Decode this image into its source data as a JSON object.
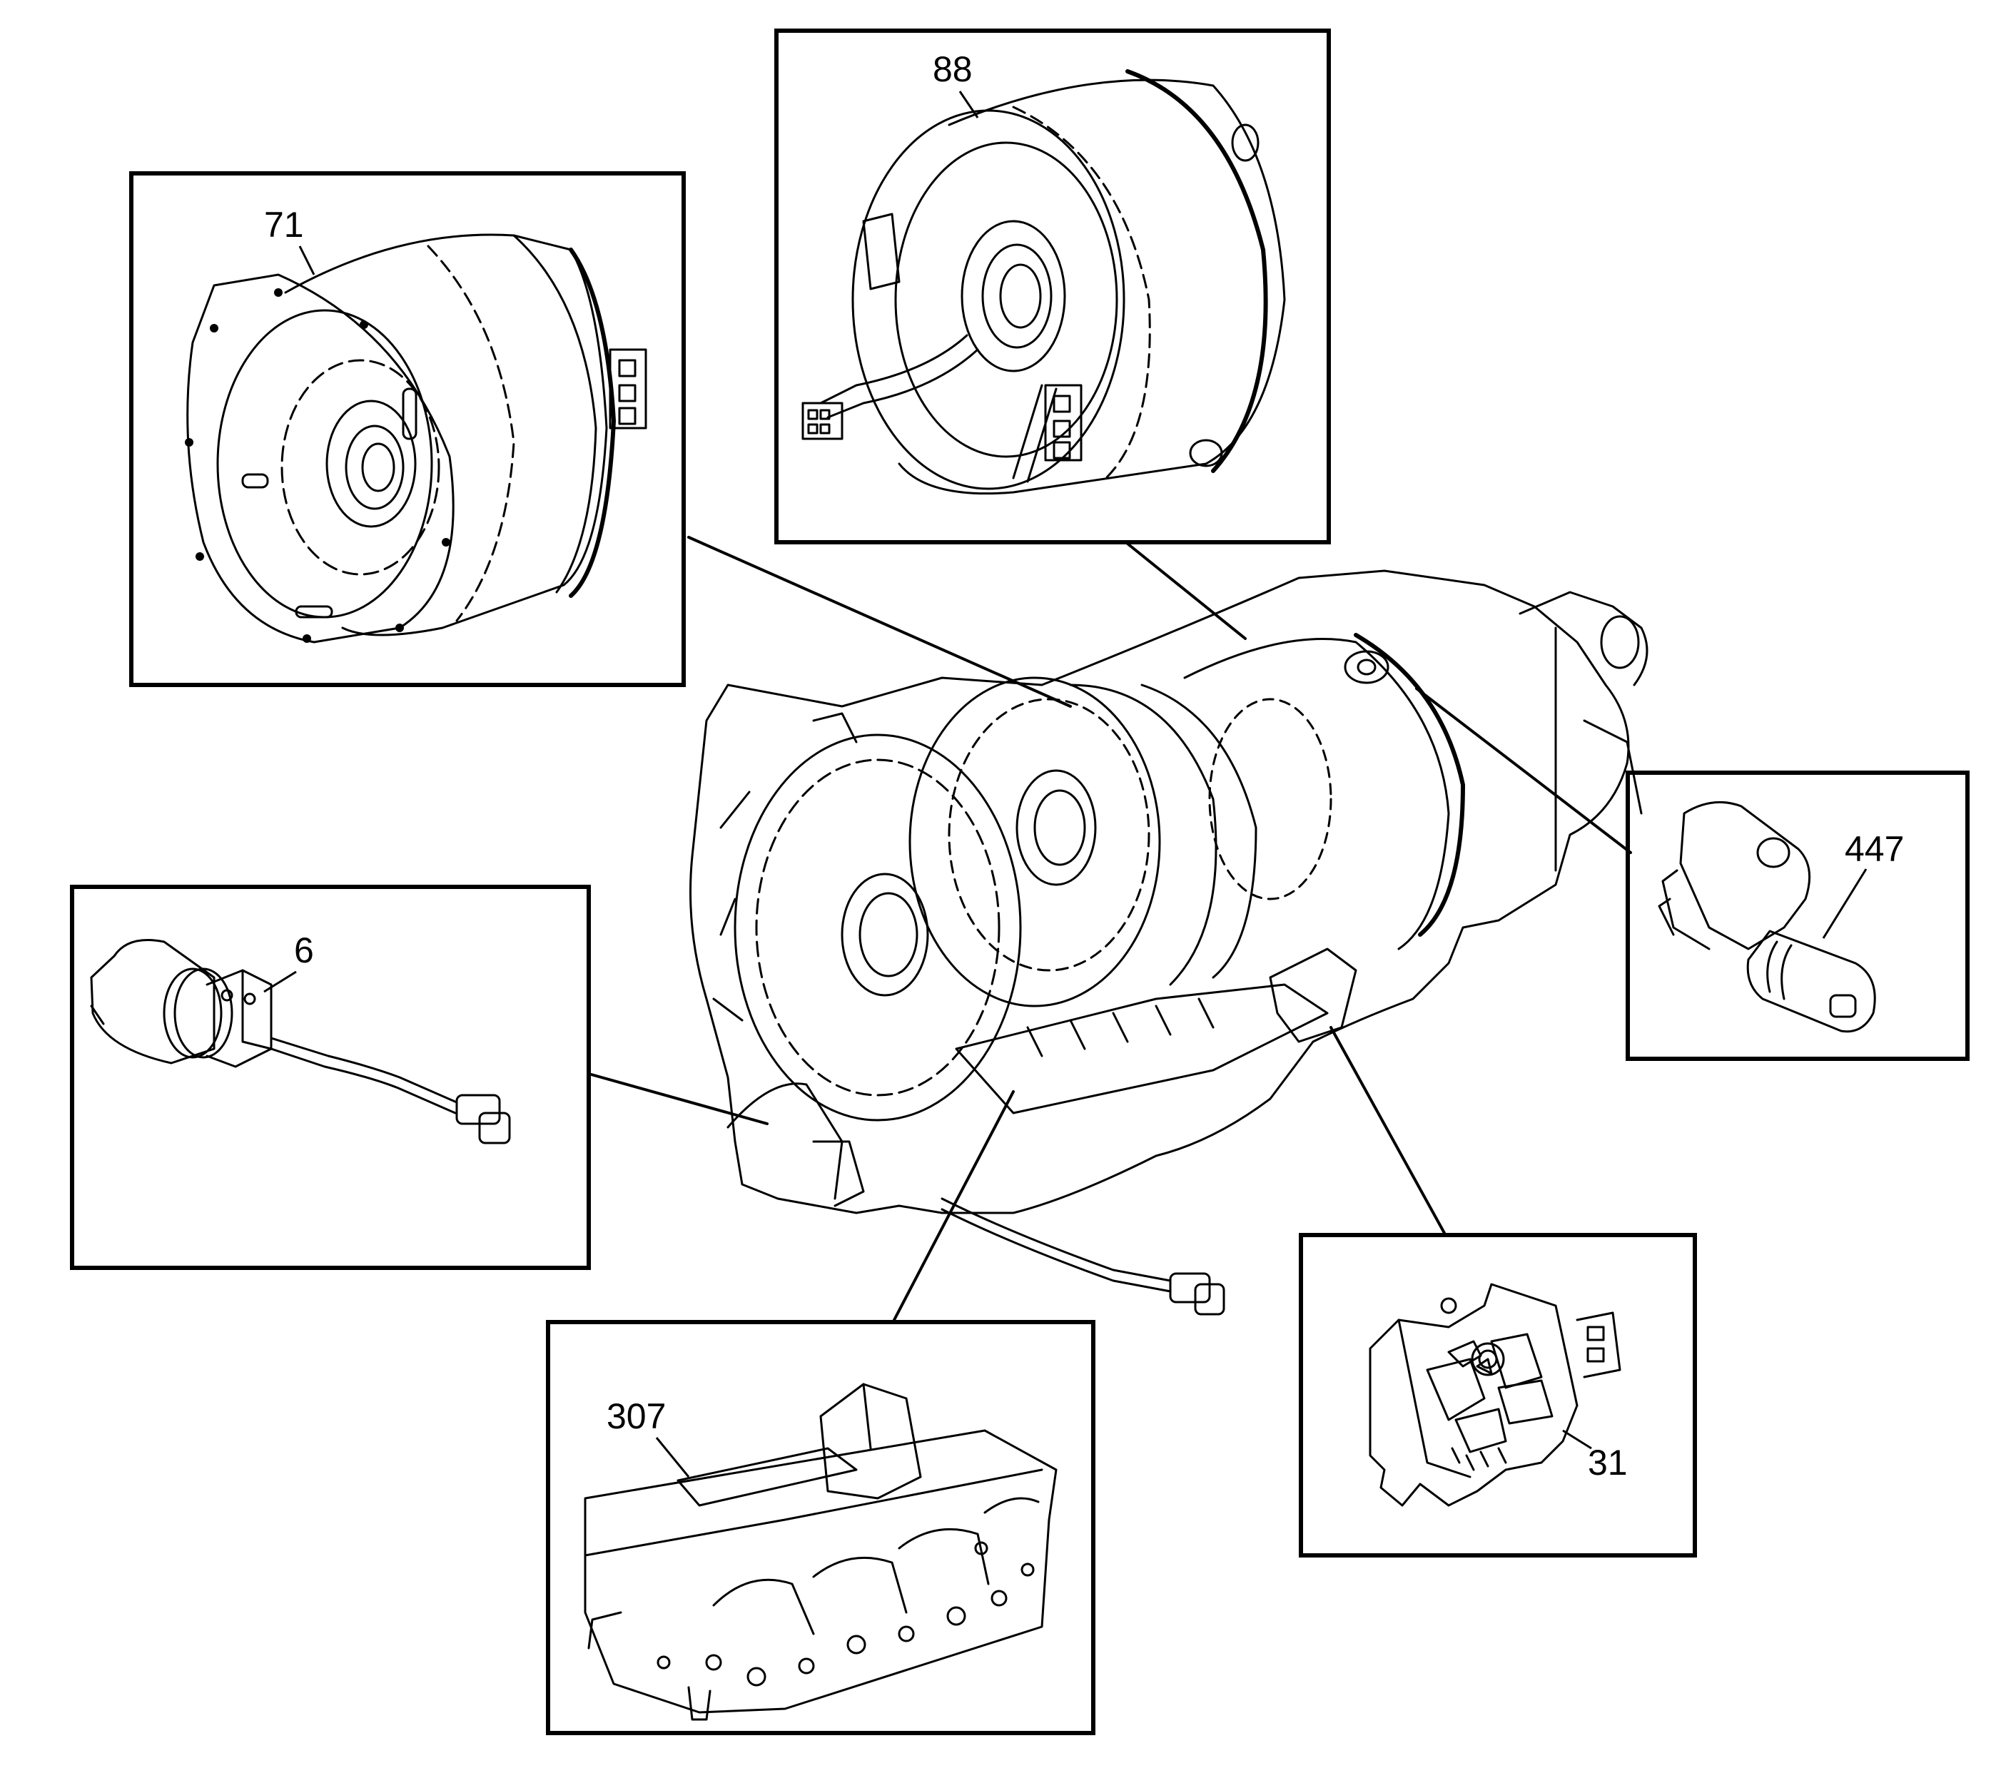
{
  "callouts": {
    "c71": "71",
    "c88": "88",
    "c447": "447",
    "c6": "6",
    "c307": "307",
    "c31": "31"
  },
  "colors": {
    "line": "#000000",
    "background": "#ffffff"
  },
  "parts": [
    "electric-motor-71-drawing",
    "electric-motor-88-drawing",
    "speed-sensor-447-drawing",
    "solenoid-harness-6-drawing",
    "valve-body-control-307-drawing",
    "bracket-31-drawing",
    "transmission-assembly-drawing"
  ]
}
